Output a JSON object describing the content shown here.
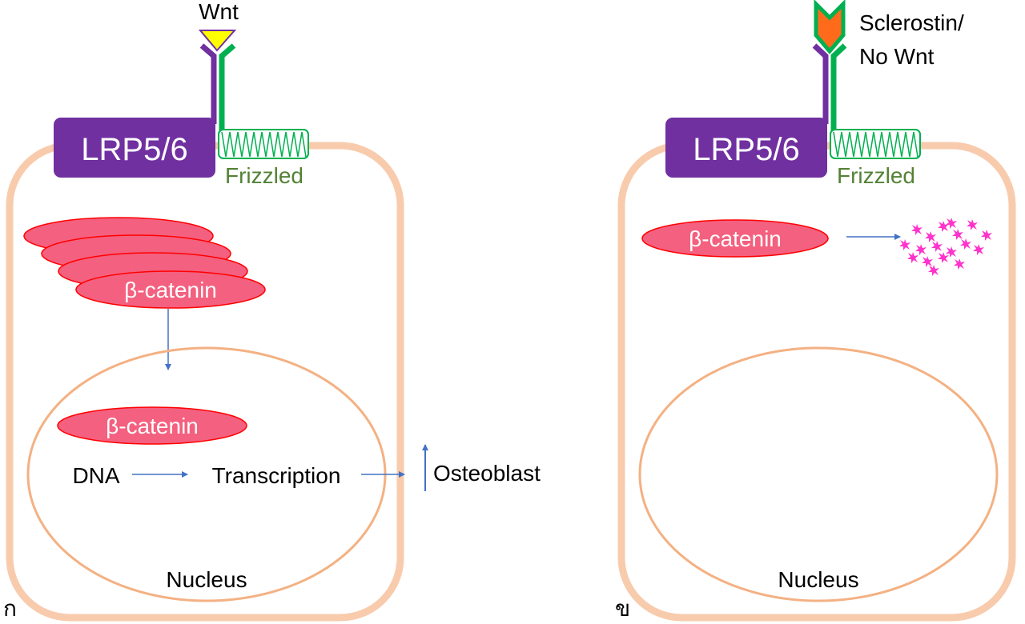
{
  "panel_a": {
    "panel_letter": "ก",
    "ligand_label": "Wnt",
    "lrp_label": "LRP5/6",
    "frizzled_label": "Frizzled",
    "cytoplasm_catenin_label": "β-catenin",
    "nuclear_catenin_label": "β-catenin",
    "dna_label": "DNA",
    "transcription_label": "Transcription",
    "osteoblast_label": "Osteoblast",
    "nucleus_label": "Nucleus"
  },
  "panel_b": {
    "panel_letter": "ข",
    "ligand_label_line1": "Sclerostin/",
    "ligand_label_line2": "No Wnt",
    "lrp_label": "LRP5/6",
    "frizzled_label": "Frizzled",
    "catenin_label": "β-catenin",
    "nucleus_label": "Nucleus"
  },
  "colors": {
    "cell_membrane": "#f8cbad",
    "nucleus_outline": "#f4b183",
    "lrp_box": "#7030a0",
    "lrp_stalk": "#7030a0",
    "frizzled_green": "#00b050",
    "frizzled_text": "#548235",
    "catenin_fill": "#f4607f",
    "catenin_stroke": "#ff0000",
    "wnt_fill": "#ffff00",
    "wnt_stroke": "#7030a0",
    "sclerostin_fill": "#ff6b1a",
    "sclerostin_outline": "#00b050",
    "arrow": "#4472c4",
    "degraded_fragments": "#ff33cc"
  }
}
